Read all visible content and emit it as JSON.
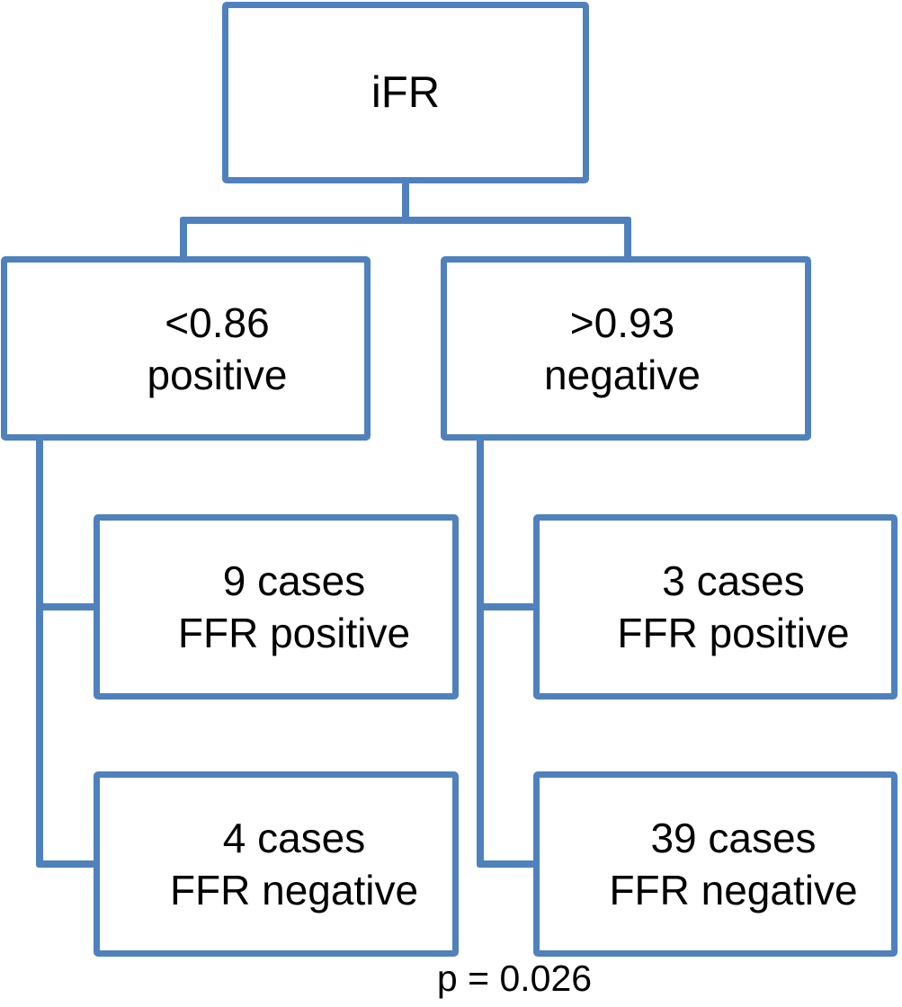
{
  "diagram": {
    "root": {
      "label": "iFR"
    },
    "branches": [
      {
        "id": "ifr-below-0.86",
        "line1": "<0.86",
        "line2": "positive"
      },
      {
        "id": "ifr-above-0.93",
        "line1": ">0.93",
        "line2": "negative"
      }
    ],
    "leaves": [
      {
        "id": "positive-ffr-positive",
        "parent": "ifr-below-0.86",
        "line1": "9 cases",
        "line2": "FFR positive"
      },
      {
        "id": "positive-ffr-negative",
        "parent": "ifr-below-0.86",
        "line1": "4 cases",
        "line2": "FFR negative"
      },
      {
        "id": "negative-ffr-positive",
        "parent": "ifr-above-0.93",
        "line1": "3 cases",
        "line2": "FFR positive"
      },
      {
        "id": "negative-ffr-negative",
        "parent": "ifr-above-0.93",
        "line1": "39 cases",
        "line2": "FFR negative"
      }
    ],
    "annotation": "p = 0.026",
    "colors": {
      "border": "#4F81BD",
      "text": "#000000",
      "background": "#FFFFFF"
    }
  }
}
